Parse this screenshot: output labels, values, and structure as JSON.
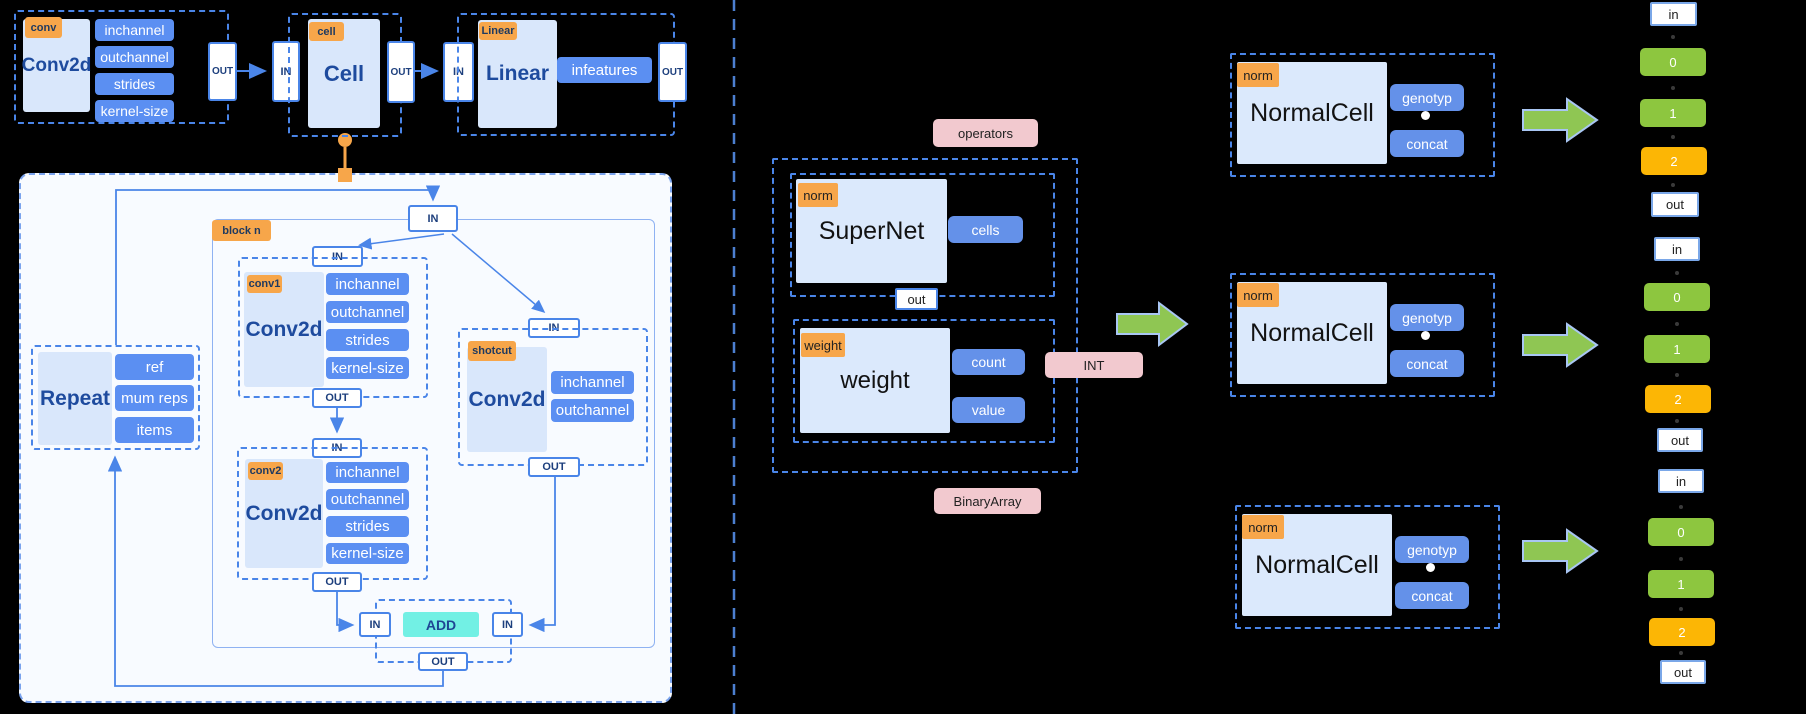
{
  "top_flow": {
    "conv": {
      "tag": "conv",
      "title": "Conv2d",
      "params": [
        "inchannel",
        "outchannel",
        "strides",
        "kernel-size"
      ],
      "out": "OUT"
    },
    "link1_in": "IN",
    "cell": {
      "tag": "cell",
      "title": "Cell",
      "out": "OUT"
    },
    "link2_in": "IN",
    "linear": {
      "tag": "Linear",
      "title": "Linear",
      "params": [
        "infeatures"
      ],
      "out": "OUT"
    }
  },
  "cell_detail": {
    "in": "IN",
    "block_tag": "block n",
    "repeat": {
      "title": "Repeat",
      "params": [
        "ref",
        "mum reps",
        "items"
      ]
    },
    "conv1": {
      "tag": "conv1",
      "title": "Conv2d",
      "in": "IN",
      "out": "OUT",
      "params": [
        "inchannel",
        "outchannel",
        "strides",
        "kernel-size"
      ]
    },
    "conv2": {
      "tag": "conv2",
      "title": "Conv2d",
      "in": "IN",
      "out": "OUT",
      "params": [
        "inchannel",
        "outchannel",
        "strides",
        "kernel-size"
      ]
    },
    "shortcut": {
      "tag": "shotcut",
      "title": "Conv2d",
      "in": "IN",
      "out": "OUT",
      "params": [
        "inchannel",
        "outchannel"
      ]
    },
    "add": {
      "label": "ADD",
      "in_left": "IN",
      "in_right": "IN",
      "out": "OUT"
    }
  },
  "supernet_view": {
    "operators_tag": "operators",
    "supernet": {
      "tag": "norm",
      "title": "SuperNet",
      "params": [
        "cells"
      ],
      "out": "out"
    },
    "weight": {
      "tag": "weight",
      "title": "weight",
      "params": [
        "count",
        "value"
      ]
    },
    "int_tag": "INT",
    "binary_array_tag": "BinaryArray"
  },
  "cells": [
    {
      "tag": "norm",
      "title": "NormalCell",
      "buttons": [
        "genotyp",
        "concat"
      ]
    },
    {
      "tag": "norm",
      "title": "NormalCell",
      "buttons": [
        "genotyp",
        "concat"
      ]
    },
    {
      "tag": "norm",
      "title": "NormalCell",
      "buttons": [
        "genotyp",
        "concat"
      ]
    }
  ],
  "genotypes": [
    {
      "items": [
        "in",
        "0",
        "1",
        "2",
        "out"
      ]
    },
    {
      "items": [
        "in",
        "0",
        "1",
        "2",
        "out"
      ]
    },
    {
      "items": [
        "in",
        "0",
        "1",
        "2",
        "out"
      ]
    }
  ],
  "colors": {
    "accent_blue": "#4a85e8",
    "button_blue": "#5b8ff2",
    "tag_orange": "#f7a64a",
    "light_fill": "#d9e7fb",
    "cyan": "#72f0e4",
    "green_token": "#8dc63f",
    "amber_token": "#fcb605",
    "pink_tag": "#f2c9cf",
    "arrow_green": "#8fc653"
  }
}
